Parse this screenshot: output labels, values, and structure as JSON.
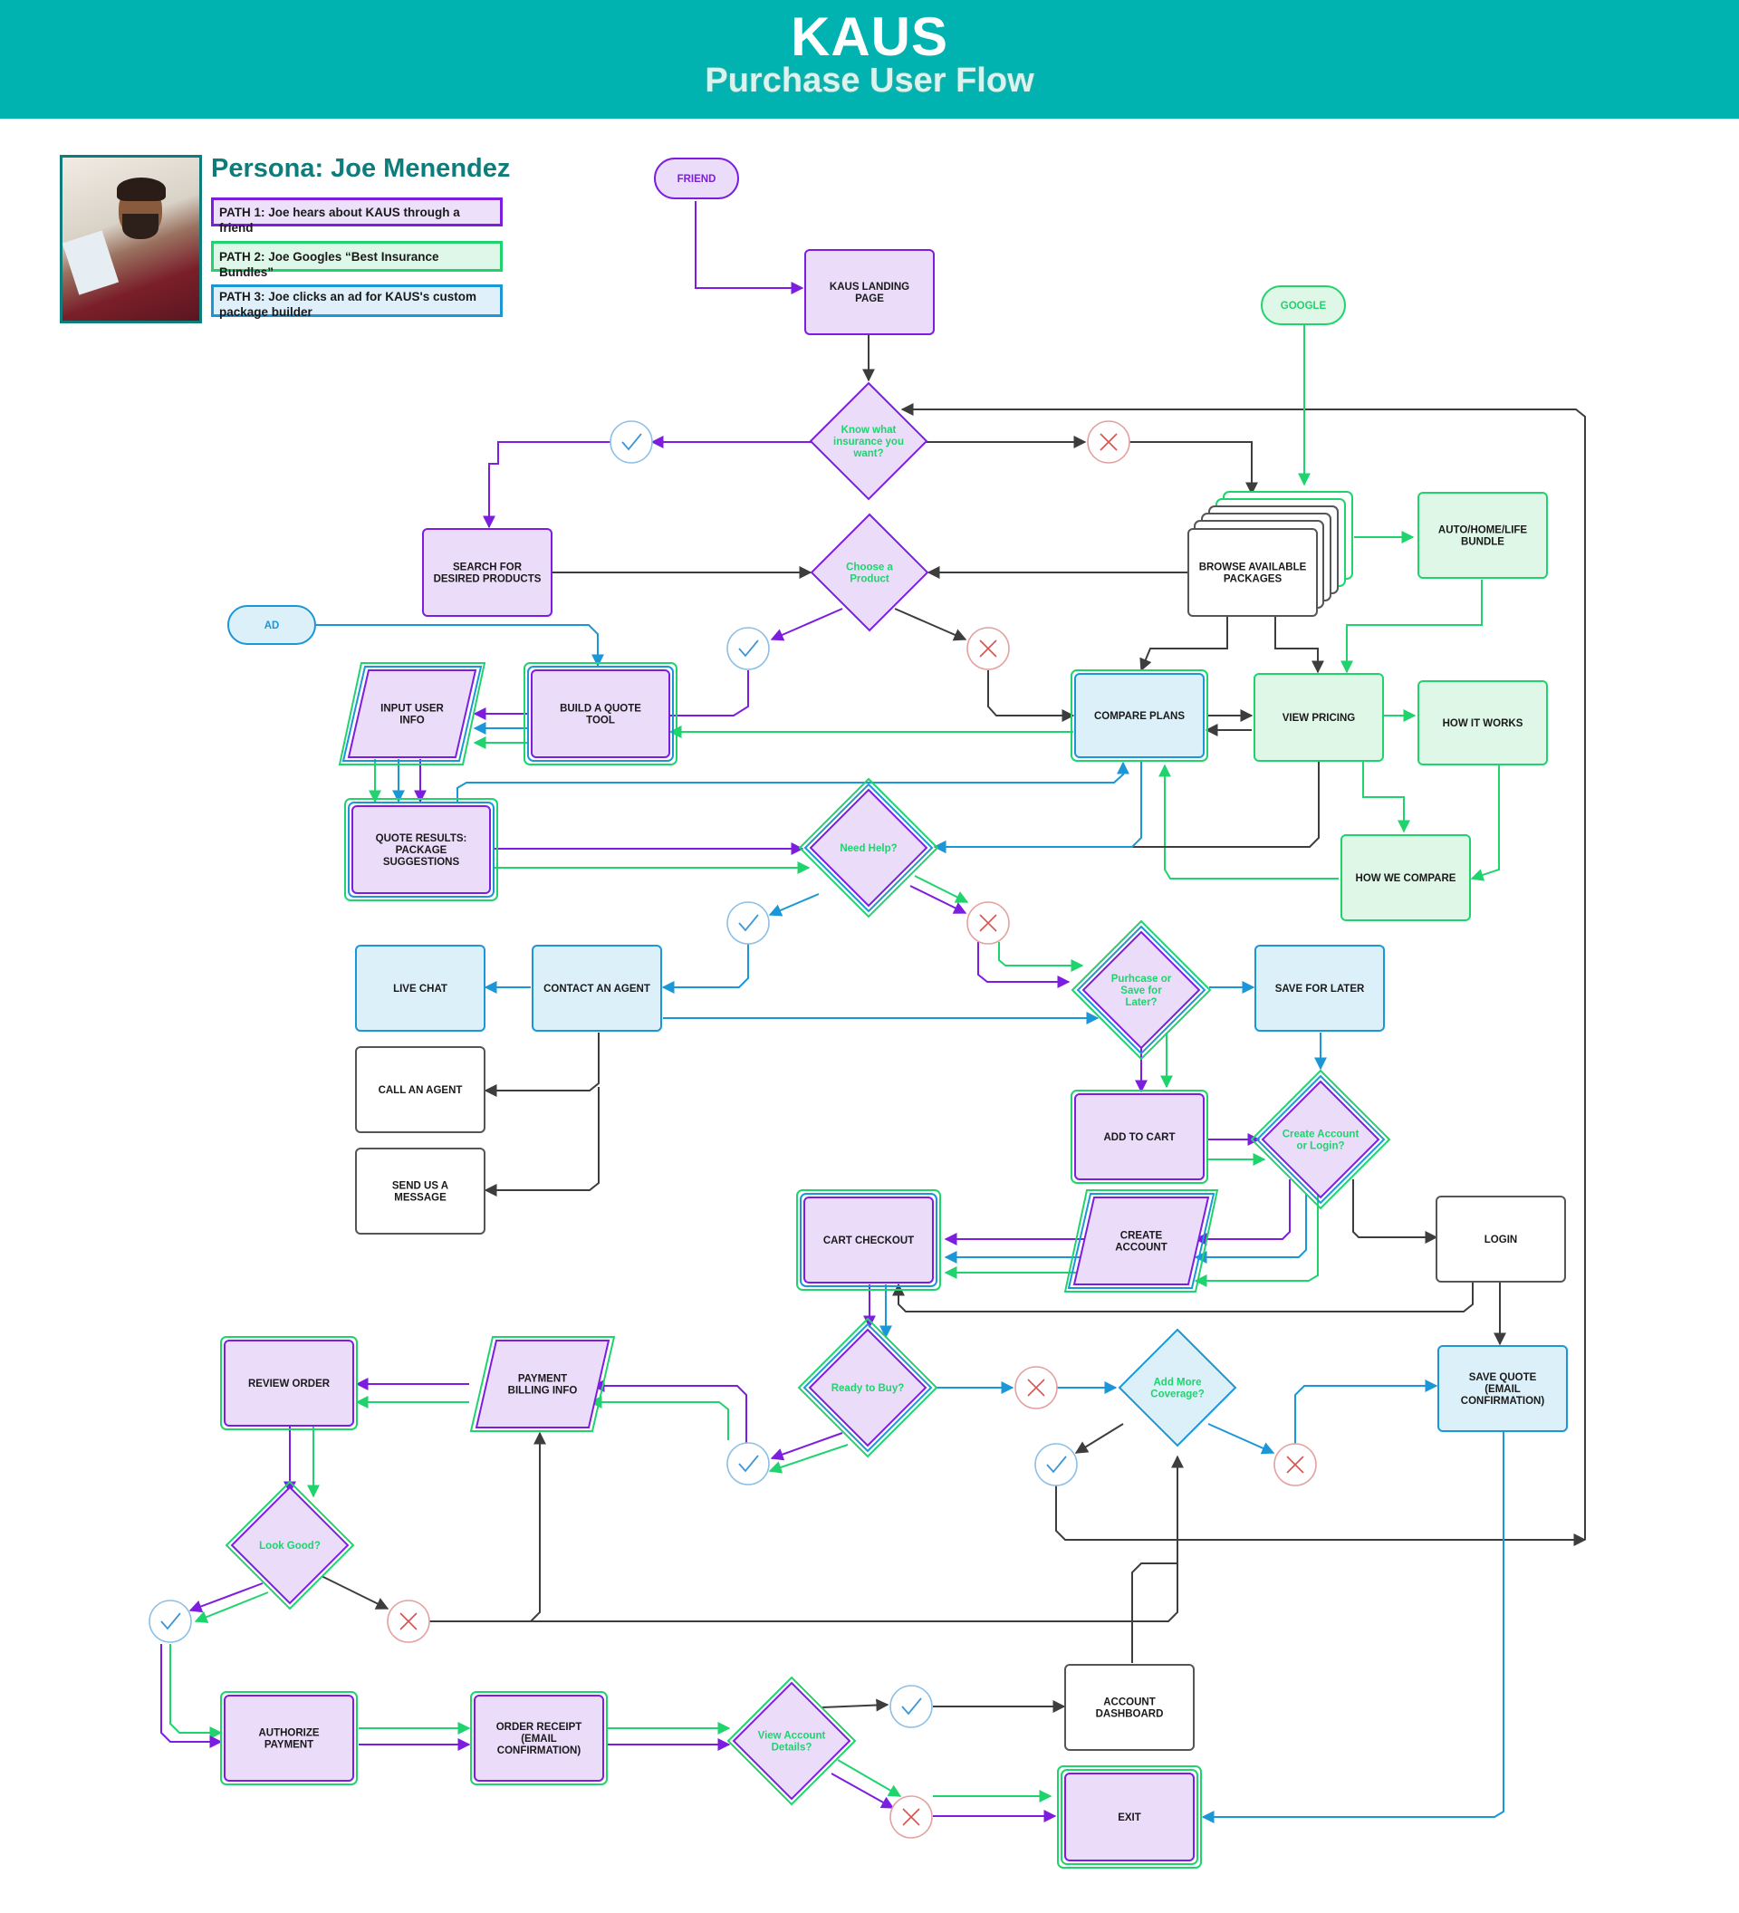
{
  "header": {
    "title": "KAUS",
    "subtitle": "Purchase User Flow"
  },
  "persona": {
    "name": "Persona: Joe Menendez",
    "paths": [
      {
        "label": "PATH 1: Joe hears about KAUS through a friend",
        "color": "#7d1de0"
      },
      {
        "label": "PATH 2: Joe Googles “Best Insurance Bundles”",
        "color": "#1fd36d"
      },
      {
        "label": "PATH 3: Joe clicks an ad for KAUS's custom package builder",
        "color": "#1b96d6"
      }
    ]
  },
  "colors": {
    "purple": "#7d1de0",
    "green": "#1fd36d",
    "blue": "#1b96d6",
    "dark": "#3d3d3d",
    "red_mark": "#e07d7d",
    "teal": "#00b3b1"
  },
  "nodes": {
    "friend": "FRIEND",
    "google": "GOOGLE",
    "ad": "AD",
    "landing": "KAUS LANDING PAGE",
    "know": "Know what insurance you want?",
    "search": "SEARCH FOR DESIRED PRODUCTS",
    "browse": "BROWSE AVAILABLE PACKAGES",
    "bundle": "AUTO/HOME/LIFE BUNDLE",
    "choose": "Choose a Product",
    "build": "BUILD A QUOTE TOOL",
    "input": "INPUT USER INFO",
    "compare": "COMPARE PLANS",
    "pricing": "VIEW PRICING",
    "how_works": "HOW IT WORKS",
    "how_compare": "HOW WE COMPARE",
    "quote": "QUOTE RESULTS: PACKAGE SUGGESTIONS",
    "need_help": "Need Help?",
    "live_chat": "LIVE CHAT",
    "contact": "CONTACT AN AGENT",
    "call": "CALL AN AGENT",
    "message": "SEND US A MESSAGE",
    "purchase_q": "Purhcase or Save for Later?",
    "save_later": "SAVE FOR LATER",
    "add_cart": "ADD TO CART",
    "create_q": "Create Account or Login?",
    "create_acct": "CREATE ACCOUNT",
    "cart_checkout": "CART CHECKOUT",
    "login": "LOGIN",
    "ready": "Ready to Buy?",
    "add_more": "Add More Coverage?",
    "save_quote": "SAVE QUOTE (EMAIL CONFIRMATION)",
    "payment": "PAYMENT BILLING INFO",
    "review": "REVIEW ORDER",
    "look_good": "Look Good?",
    "authorize": "AUTHORIZE PAYMENT",
    "receipt": "ORDER RECEIPT (EMAIL CONFIRMATION)",
    "view_acct": "View Account Details?",
    "dashboard": "ACCOUNT DASHBOARD",
    "exit": "EXIT"
  }
}
